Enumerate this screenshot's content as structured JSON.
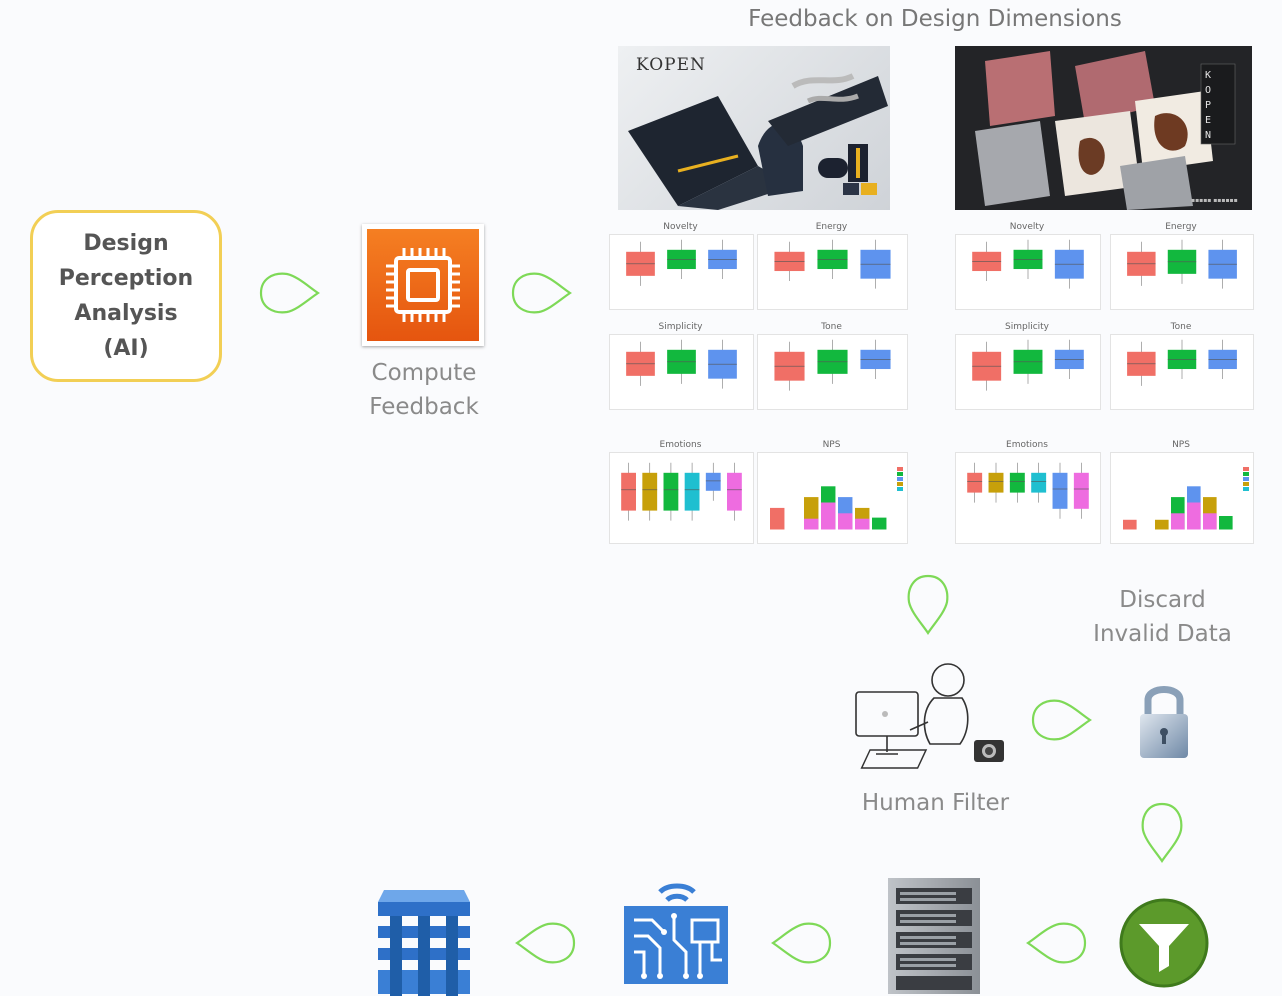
{
  "header": {
    "title": "Feedback on Design Dimensions"
  },
  "nodes": {
    "analysis": {
      "label_lines": [
        "Design",
        "Perception",
        "Analysis",
        "(AI)"
      ]
    },
    "compute": {
      "label_lines": [
        "Compute",
        "Feedback"
      ]
    },
    "human": {
      "label": "Human Filter"
    },
    "discard": {
      "label_lines": [
        "Discard",
        "Invalid Data"
      ]
    }
  },
  "photos": {
    "left_brand": "KOPEN",
    "right_brand_vertical": [
      "K",
      "O",
      "P",
      "E",
      "N"
    ]
  },
  "charts": {
    "titles": [
      "Novelty",
      "Energy",
      "Simplicity",
      "Tone",
      "Emotions",
      "NPS"
    ]
  },
  "colors": {
    "accent_green": "#7ed957",
    "analysis_border": "#f2cf55",
    "compute_orange": "#ef6c1a",
    "filter_green": "#5c9a2b",
    "azure_blue": "#3a7fd5",
    "series": [
      "#f06f66",
      "#12b83e",
      "#5e93ee",
      "#c7a00a",
      "#1fbfd0",
      "#ee6ce0",
      "#b06ff0"
    ]
  },
  "icons": [
    "chip-icon",
    "person-computer-icon",
    "padlock-icon",
    "filter-icon",
    "server-rack-icon",
    "circuit-board-icon",
    "azure-cube-icon",
    "droplet-arrow-icon"
  ]
}
